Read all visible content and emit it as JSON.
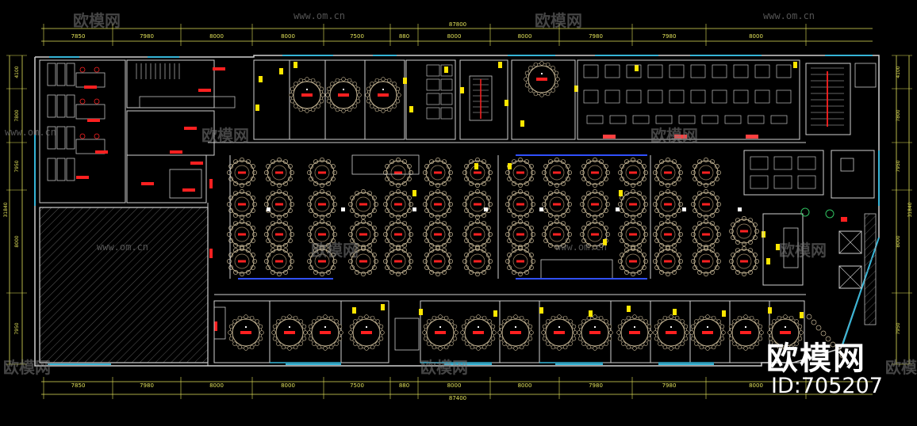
{
  "plan": {
    "top_dims": [
      "7850",
      "7980",
      "8000",
      "8000",
      "7500",
      "880",
      "8000",
      "8000",
      "7980",
      "7980",
      "8000"
    ],
    "bottom_dims": [
      "7850",
      "7980",
      "8000",
      "8000",
      "7500",
      "880",
      "8000",
      "8000",
      "7980",
      "7980",
      "8000"
    ],
    "top_total": "87800",
    "bottom_total": "87400",
    "left_dims": [
      "4100",
      "7800",
      "7950",
      "8000",
      "7950"
    ],
    "left_total": "31840",
    "right_dims": [
      "4100",
      "7800",
      "7950",
      "8000",
      "7950"
    ],
    "right_total": "31840"
  },
  "watermark": {
    "brand": "欧模网",
    "url": "www.om.cn",
    "id": "ID:705207"
  },
  "colors": {
    "background": "#000000",
    "wall": "#d0d0d0",
    "dim_line": "#e3e35a",
    "window": "#36b4d6",
    "red": "#ff2020",
    "yellow": "#ffe600",
    "furniture": "#c8b896",
    "blue": "#3050ff"
  }
}
